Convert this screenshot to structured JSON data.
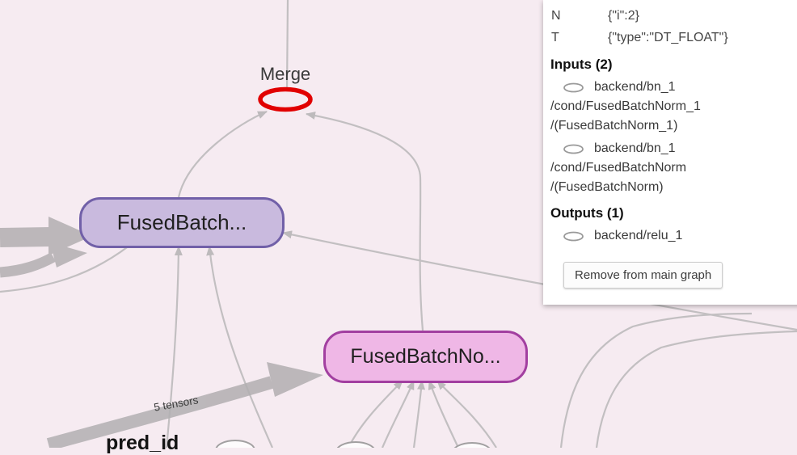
{
  "colors": {
    "background": "#f6ebf1",
    "edge": "#c2bfc1",
    "selected_node_stroke": "#e10000",
    "node1_fill": "#c9bade",
    "node1_border": "#7160a8",
    "node2_fill": "#efb7e6",
    "node2_border": "#a23fa0"
  },
  "graph": {
    "merge_node": {
      "label": "Merge"
    },
    "fusedbatch_node": {
      "label": "FusedBatch..."
    },
    "fusedbatchnorm_node": {
      "label": "FusedBatchNo..."
    },
    "edge_annotation": "5 tensors",
    "pred_id_label": "pred_id"
  },
  "info_panel": {
    "attributes": [
      {
        "key": "N",
        "value": "{\"i\":2}"
      },
      {
        "key": "T",
        "value": "{\"type\":\"DT_FLOAT\"}"
      }
    ],
    "inputs": {
      "header": "Inputs (2)",
      "items": [
        {
          "lines": [
            "backend/bn_1",
            "/cond/FusedBatchNorm_1",
            "/(FusedBatchNorm_1)"
          ]
        },
        {
          "lines": [
            "backend/bn_1",
            "/cond/FusedBatchNorm",
            "/(FusedBatchNorm)"
          ]
        }
      ]
    },
    "outputs": {
      "header": "Outputs (1)",
      "items": [
        {
          "lines": [
            "backend/relu_1"
          ]
        }
      ]
    },
    "button": "Remove from main graph"
  },
  "icons": {
    "op_node": "ellipse-outline"
  }
}
